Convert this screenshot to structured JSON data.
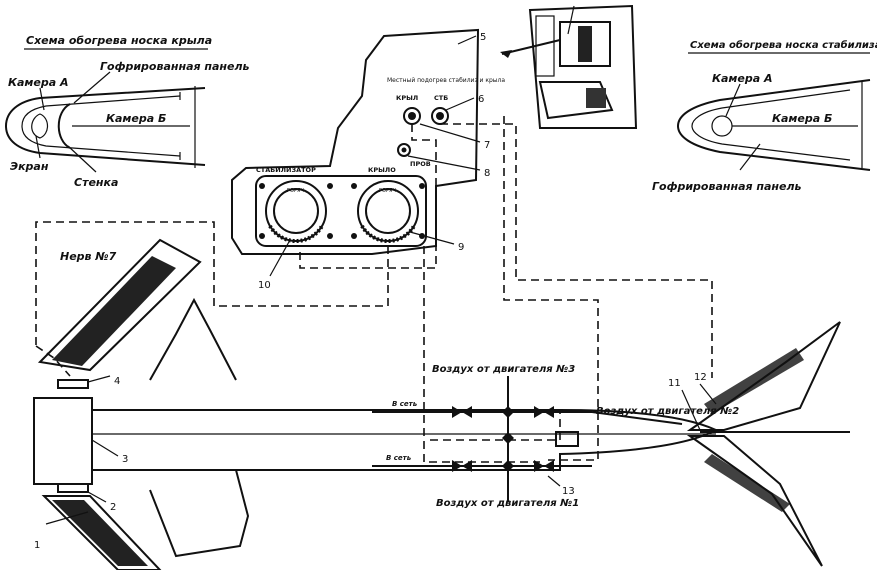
{
  "wing_scheme": {
    "title": "Схема обогрева носка крыла",
    "labels": {
      "panel": "Гофрированная панель",
      "chamber_a": "Камера А",
      "chamber_b": "Камера Б",
      "screen": "Экран",
      "wall": "Стенка"
    }
  },
  "stabilizer_scheme": {
    "title": "Схема обогрева носка стабилизатора",
    "labels": {
      "chamber_a": "Камера А",
      "chamber_b": "Камера Б",
      "panel": "Гофрированная панель"
    }
  },
  "control_panel": {
    "switch_caption": "Местный подогрев стабилиз и крыла",
    "switch_left": "КРЫЛ",
    "switch_right": "СТБ",
    "left_gauge_caption": "СТАБИЛИЗАТОР",
    "right_gauge_caption": "КРЫЛО",
    "button_caption": "ПРОВ",
    "gauge_scale_word": "ГОРЯЧ"
  },
  "air_sources": {
    "engine3": "Воздух от двигателя №3",
    "engine2": "Воздух от двигателя №2",
    "engine1": "Воздух от двигателя №1",
    "to_left": "В сеть",
    "to_left2": "В сеть"
  },
  "rib_label": "Нерв №7",
  "callouts": [
    "1",
    "2",
    "3",
    "4",
    "5",
    "6",
    "7",
    "8",
    "9",
    "10",
    "11",
    "12",
    "13"
  ],
  "icons": [
    "valve-icon",
    "check-valve-icon",
    "gauge-icon",
    "toggle-switch-icon",
    "push-button-icon"
  ]
}
